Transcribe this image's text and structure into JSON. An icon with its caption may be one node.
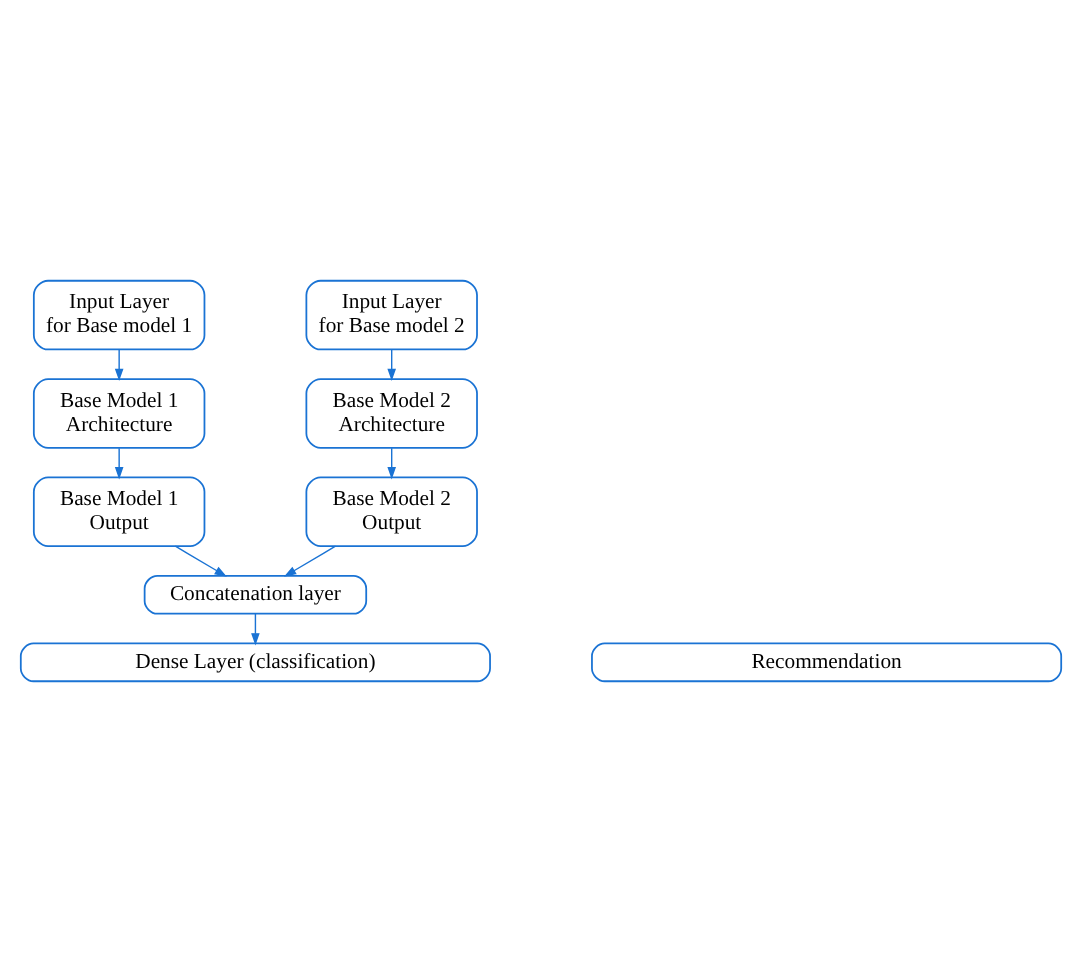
{
  "diagram": {
    "nodes": [
      {
        "text": [
          "Input Layer for Base model 1"
        ]
      },
      {
        "text": [
          "Base Model 1 Architecture"
        ]
      },
      {
        "text": [
          "Base Model 1 Output"
        ]
      },
      {
        "text": [
          "Input Layer for Base model 2"
        ]
      },
      {
        "text": [
          "Base Model 2 Architecture"
        ]
      },
      {
        "text": [
          "Base Model 2 Output"
        ]
      },
      {
        "text": [
          "Concatenation layer"
        ]
      },
      {
        "text": [
          "Dense Layer (classification)"
        ]
      },
      {
        "text": [
          "Recommendation"
        ]
      }
    ],
    "edges": [
      {
        "from": 0,
        "to": 1,
        "arrow": "to"
      },
      {
        "from": 1,
        "to": 2,
        "arrow": "to"
      },
      {
        "from": 3,
        "to": 4,
        "arrow": "to"
      },
      {
        "from": 4,
        "to": 5,
        "arrow": "to"
      },
      {
        "from": 2,
        "to": 6,
        "arrow": "to"
      },
      {
        "from": 5,
        "to": 6,
        "arrow": "to"
      },
      {
        "from": 6,
        "to": 7,
        "arrow": "to"
      }
    ]
  }
}
